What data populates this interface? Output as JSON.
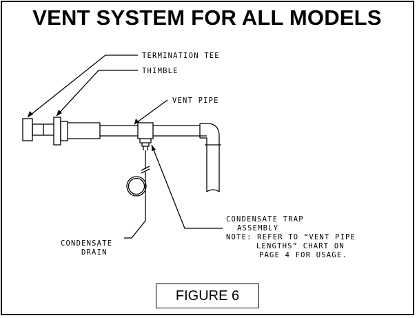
{
  "title": "VENT SYSTEM FOR ALL MODELS",
  "labels": {
    "termination_tee": "TERMINATION TEE",
    "thimble": "THIMBLE",
    "vent_pipe": "VENT PIPE",
    "condensate_trap_line1": "CONDENSATE TRAP",
    "condensate_trap_line2": "ASSEMBLY",
    "note_line1": "NOTE: REFER TO “VENT PIPE",
    "note_line2": "LENGTHS” CHART ON",
    "note_line3": "PAGE 4 FOR USAGE.",
    "condensate_drain_line1": "CONDENSATE",
    "condensate_drain_line2": "DRAIN"
  },
  "figure_label": "FIGURE 6"
}
